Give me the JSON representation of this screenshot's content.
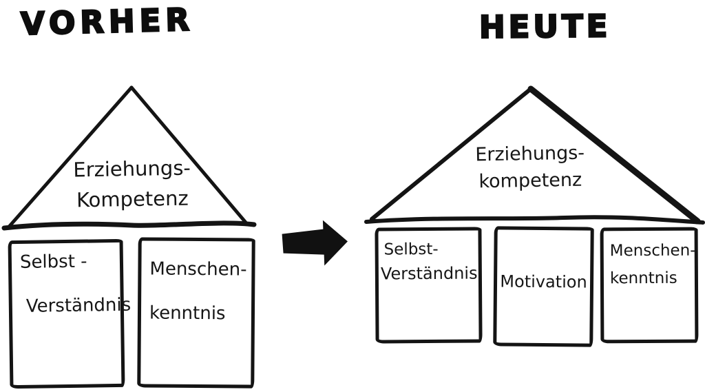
{
  "colors": {
    "ink": "#141414",
    "background": "#ffffff"
  },
  "before": {
    "title": "VORHER",
    "roof": {
      "line1": "Erziehungs-",
      "line2": "Kompetenz"
    },
    "pillars": [
      {
        "line1": "Selbst -",
        "line2": "Verständnis"
      },
      {
        "line1": "Menschen-",
        "line2": "kenntnis"
      }
    ]
  },
  "after": {
    "title": "HEUTE",
    "roof": {
      "line1": "Erziehungs-",
      "line2": "kompetenz"
    },
    "pillars": [
      {
        "line1": "Selbst-",
        "line2": "Verständnis"
      },
      {
        "line1": "Motivation"
      },
      {
        "line1": "Menschen-",
        "line2": "kenntnis"
      }
    ]
  },
  "arrow": {
    "icon": "arrow-right"
  }
}
